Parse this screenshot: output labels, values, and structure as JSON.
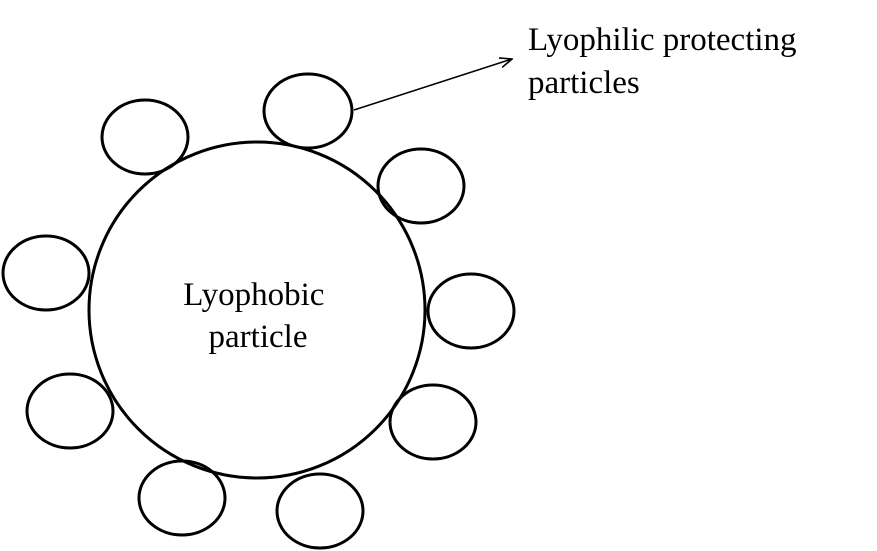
{
  "colors": {
    "stroke": "#000000",
    "background": "#ffffff",
    "text": "#000000"
  },
  "central_particle": {
    "label_lines": [
      "Lyophobic",
      "particle"
    ]
  },
  "callout": {
    "label_lines": [
      "Lyophilic protecting",
      "particles"
    ]
  },
  "protecting_particle_count": 9
}
